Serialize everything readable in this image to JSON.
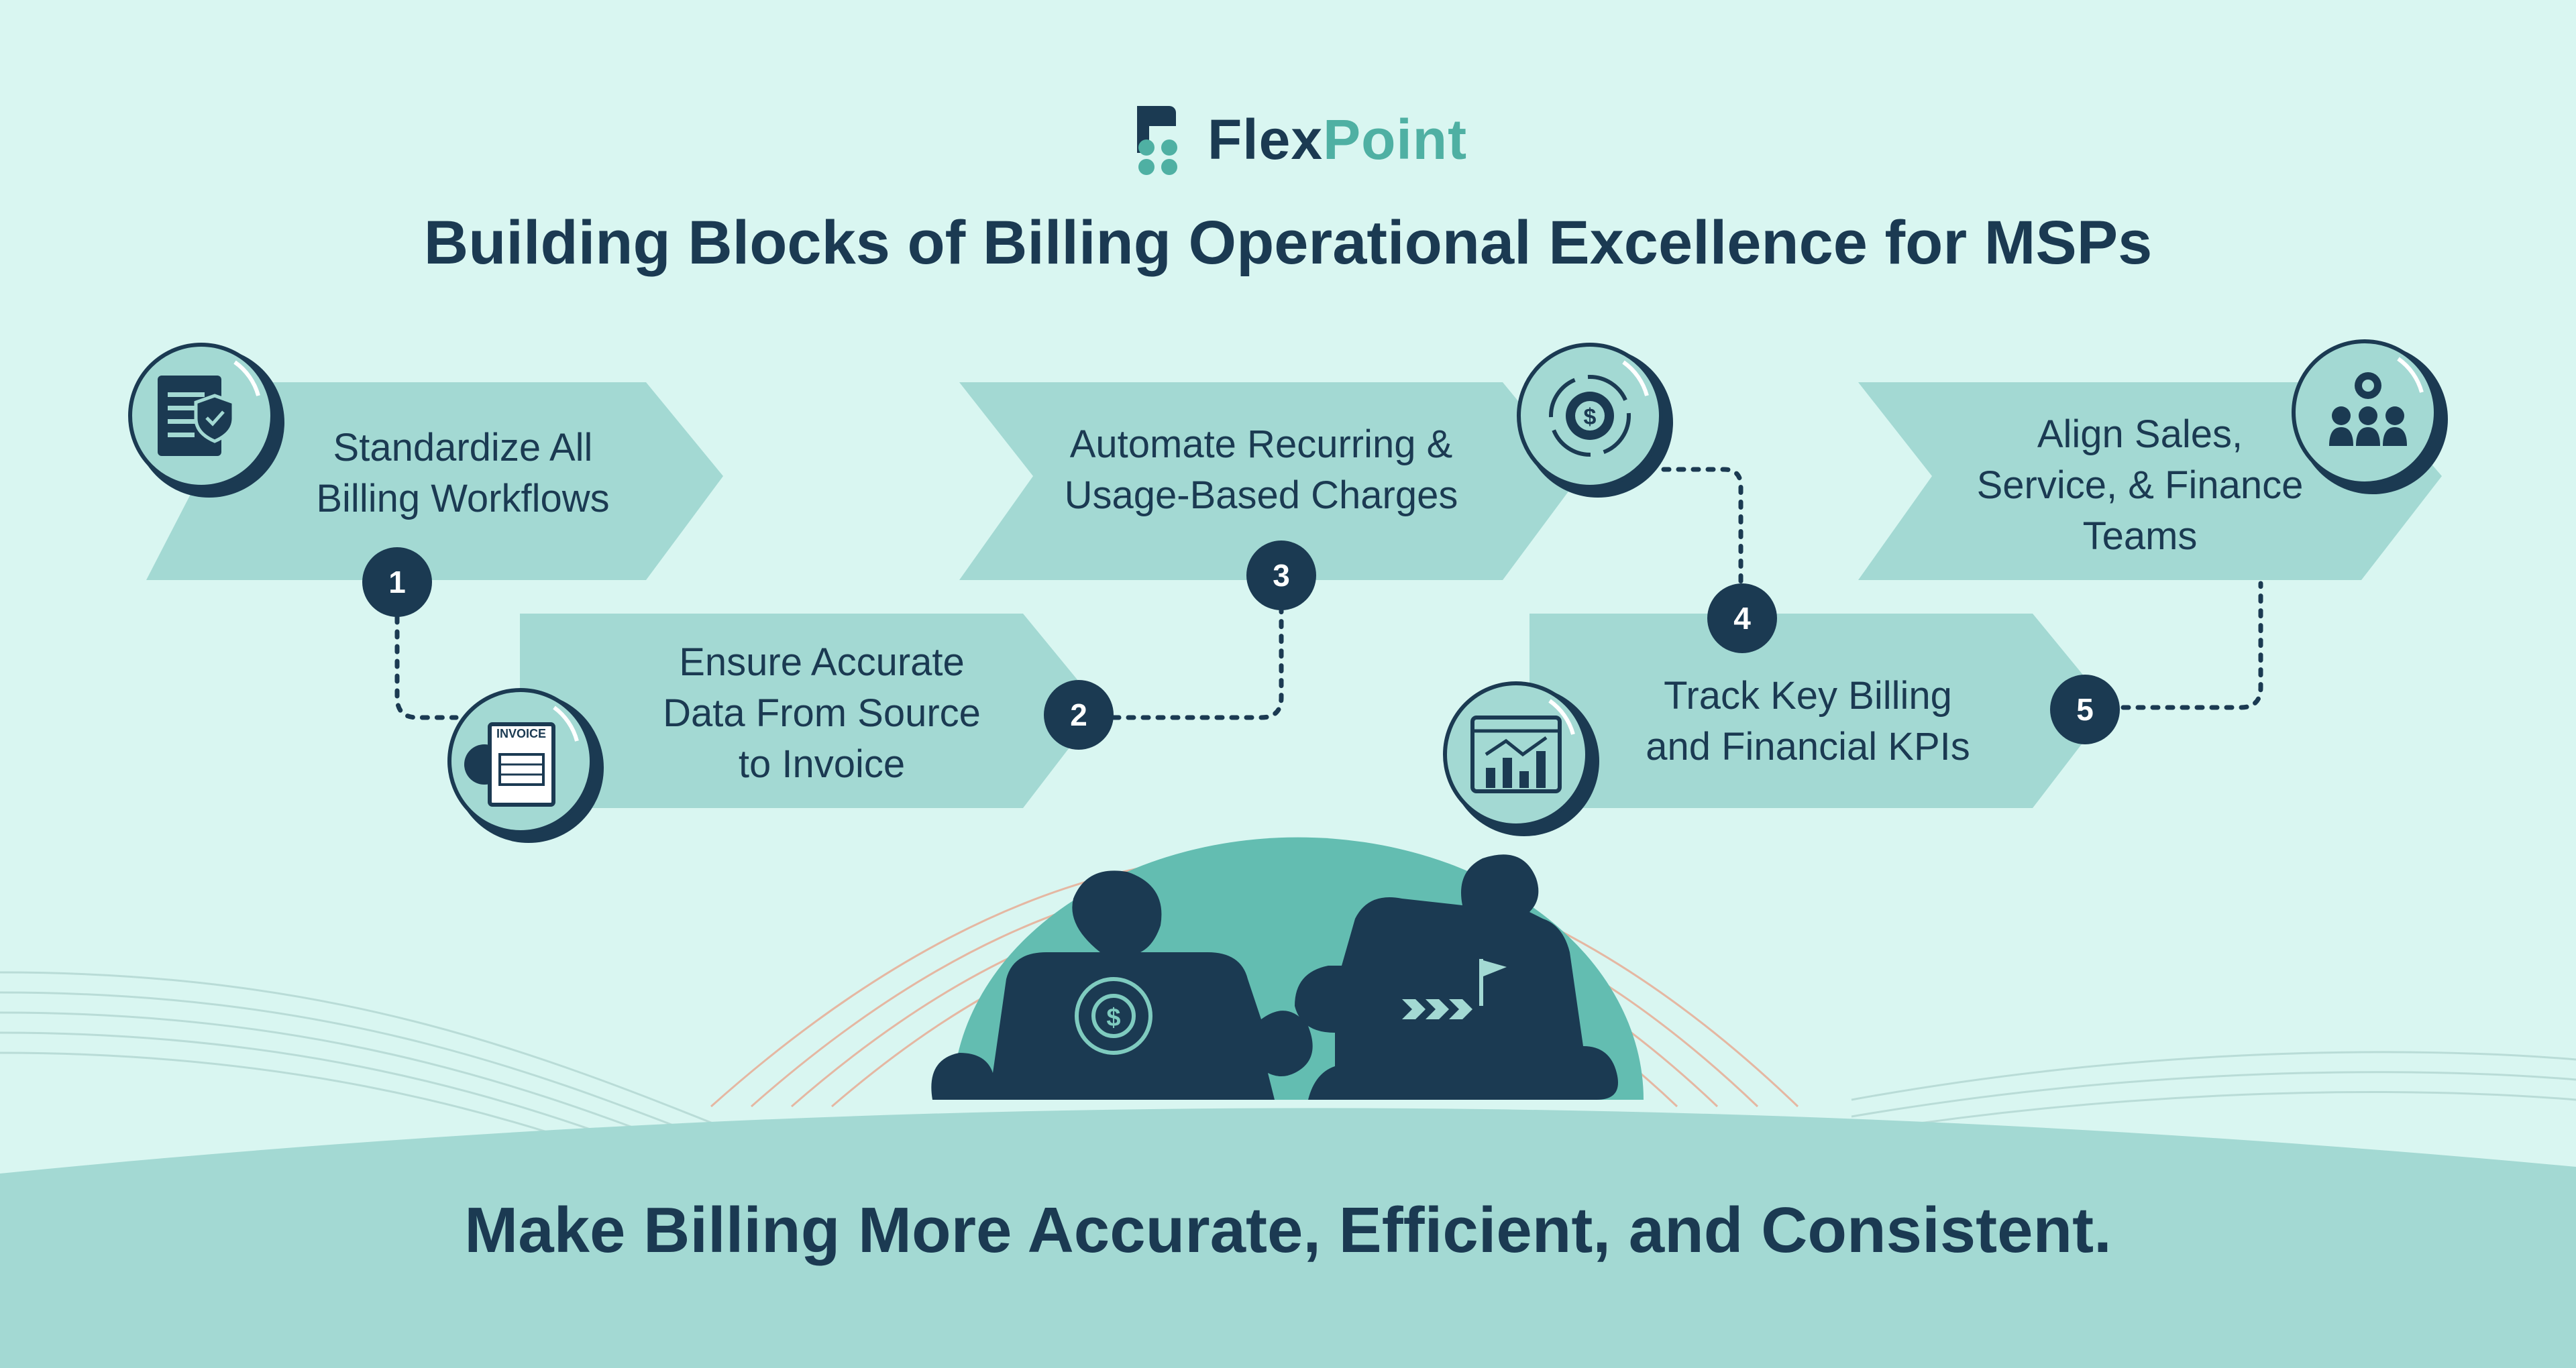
{
  "brand": {
    "name_part1": "Flex",
    "name_part2": "Point"
  },
  "title": "Building Blocks of Billing Operational Excellence for MSPs",
  "steps": [
    {
      "number": "1",
      "line1": "Standardize All",
      "line2": "Billing Workflows",
      "line3": "",
      "icon": "document-shield-icon"
    },
    {
      "number": "2",
      "line1": "Ensure Accurate",
      "line2": "Data From Source",
      "line3": "to Invoice",
      "icon": "invoice-gear-icon",
      "icon_text": "INVOICE"
    },
    {
      "number": "3",
      "line1": "Automate Recurring &",
      "line2": "Usage-Based Charges",
      "line3": "",
      "icon": "dollar-gear-cycle-icon"
    },
    {
      "number": "4",
      "line1": "Track Key Billing",
      "line2": "and Financial KPIs",
      "line3": "",
      "icon": "analytics-dashboard-icon"
    },
    {
      "number": "5",
      "line1": "Align Sales,",
      "line2": "Service, & Finance",
      "line3": "Teams",
      "icon": "team-gear-icon"
    }
  ],
  "footer": "Make Billing More Accurate, Efficient, and Consistent.",
  "colors": {
    "background": "#d9f6f1",
    "arrow_fill": "#a3d9d3",
    "navy": "#1b3a52",
    "teal": "#4fb0a3",
    "ground": "#a3d9d3",
    "globe": "#63bdb1",
    "accent_lines": "#e8a88f"
  }
}
